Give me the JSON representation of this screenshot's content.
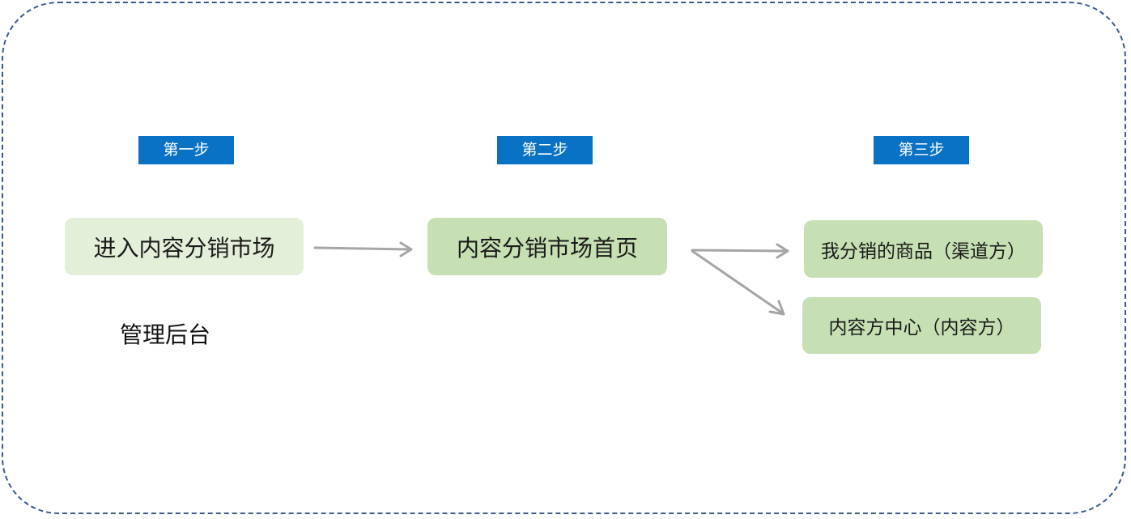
{
  "steps": {
    "step1": "第一步",
    "step2": "第二步",
    "step3": "第三步"
  },
  "nodes": {
    "enter_market": "进入内容分销市场",
    "market_home": "内容分销市场首页",
    "my_products": "我分销的商品（渠道方）",
    "content_center": "内容方中心（内容方）"
  },
  "labels": {
    "admin_backend": "管理后台"
  },
  "colors": {
    "step_badge": "#0a72c4",
    "node_light": "#e3efd9",
    "node_mid": "#c6e0b4",
    "arrow": "#a6a6a6",
    "frame_border": "#3a5a8c"
  }
}
